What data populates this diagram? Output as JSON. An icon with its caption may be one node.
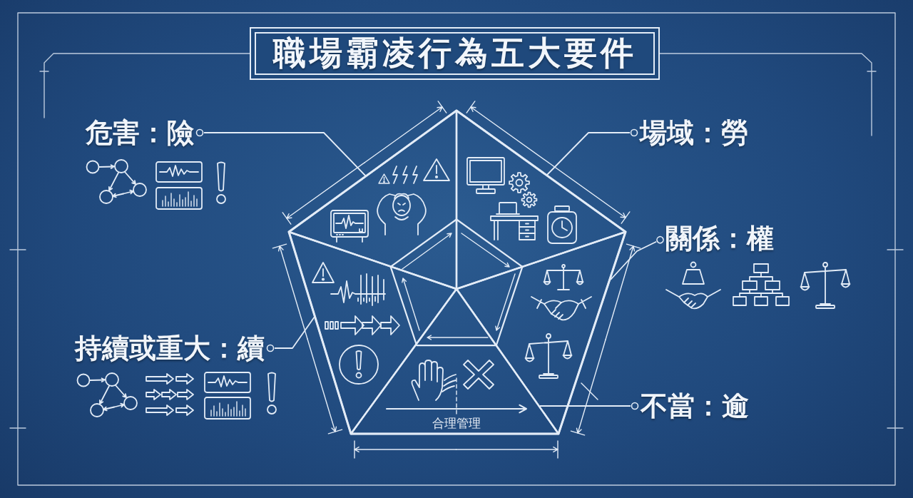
{
  "diagram": {
    "title": "職場霸凌行為五大要件",
    "nodes": [
      {
        "text": [
          "危害：險"
        ]
      },
      {
        "text": [
          "場域：勞"
        ]
      },
      {
        "text": [],
        "shape": "pentagon"
      },
      {
        "text": [],
        "shape": "triangle",
        "in": 2
      },
      {
        "text": [],
        "shape": "triangle",
        "in": 2
      },
      {
        "text": [],
        "shape": "triangle",
        "in": 2
      },
      {
        "text": [],
        "shape": "triangle",
        "in": 2
      },
      {
        "text": [
          "合理管理"
        ],
        "in": 2
      },
      {
        "text": [
          "關係：權"
        ]
      },
      {
        "text": [
          "持續或重大：續"
        ]
      },
      {
        "text": [
          "不當：逾"
        ]
      }
    ],
    "edges": [
      {
        "from": 0,
        "to": 3,
        "arrow": "other"
      },
      {
        "from": 1,
        "to": 4,
        "arrow": "other"
      },
      {
        "from": 8,
        "to": 6,
        "arrow": "other"
      },
      {
        "from": 9,
        "to": 5,
        "arrow": "other"
      },
      {
        "from": 10,
        "to": 7,
        "arrow": "other"
      }
    ]
  }
}
